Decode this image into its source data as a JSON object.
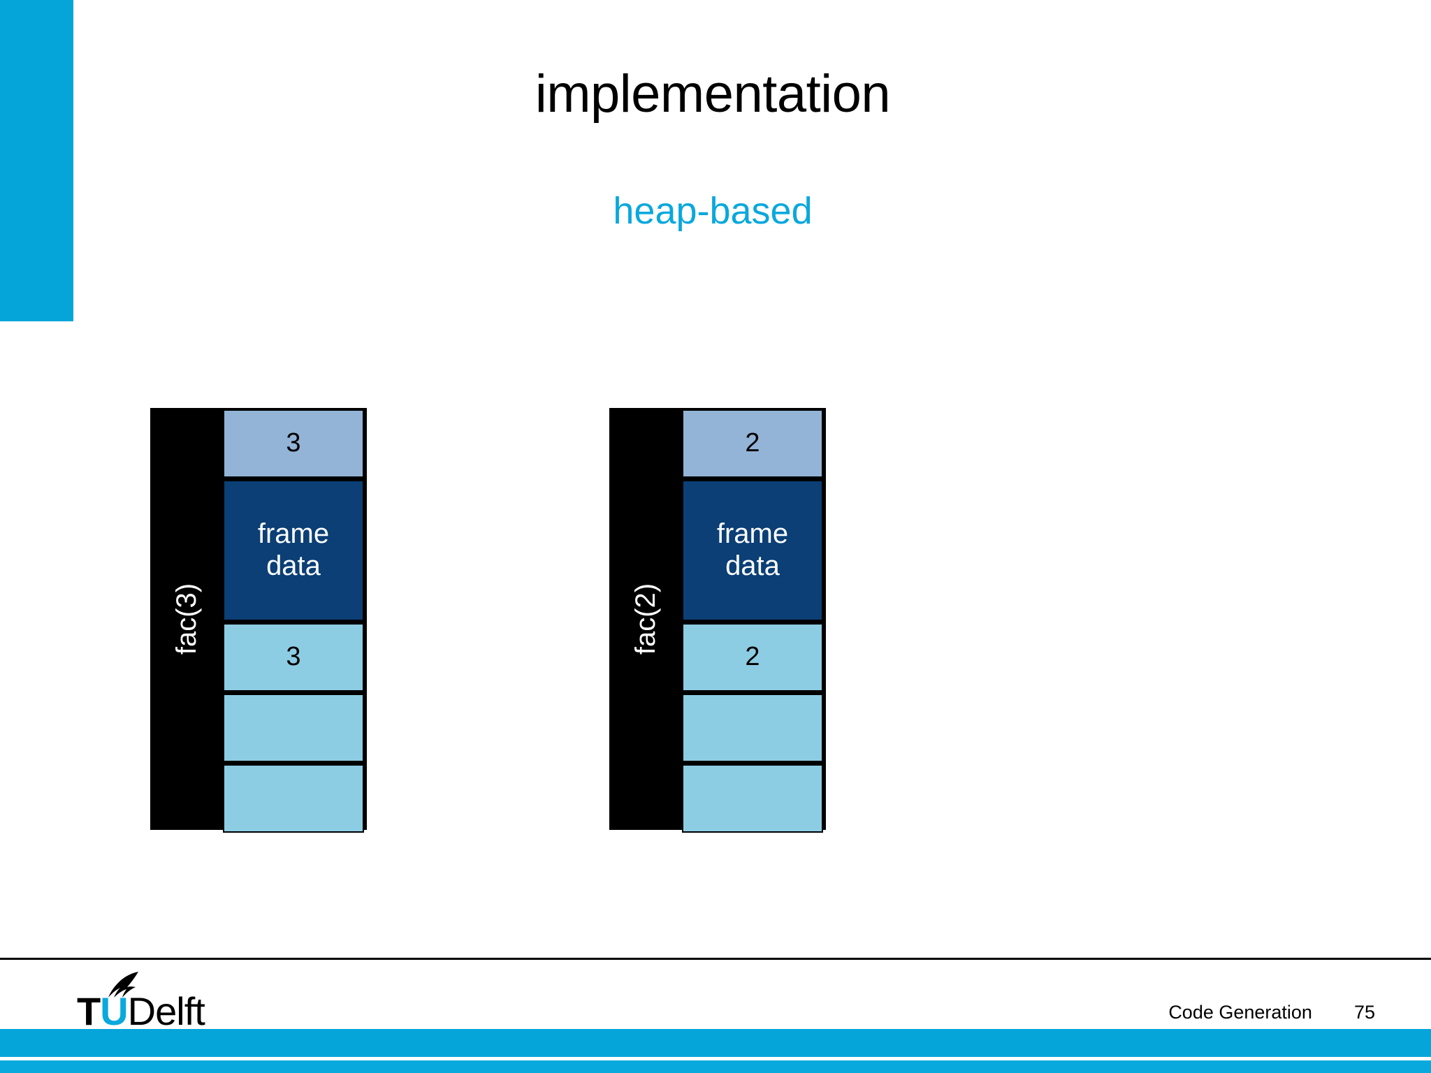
{
  "slide": {
    "title": "implementation",
    "subtitle": "heap-based",
    "accent_color": "#05a5da",
    "subtitle_color": "#09a8dd"
  },
  "diagrams": [
    {
      "label": "fac(3)",
      "cells": [
        {
          "text": "3",
          "role": "argument",
          "color": "#93b4d7"
        },
        {
          "text": "frame\ndata",
          "role": "frame-data",
          "color": "#0b3f75"
        },
        {
          "text": "3",
          "role": "value",
          "color": "#8dcde3"
        },
        {
          "text": "",
          "role": "empty",
          "color": "#8dcde3"
        },
        {
          "text": "",
          "role": "empty",
          "color": "#8dcde3"
        }
      ]
    },
    {
      "label": "fac(2)",
      "cells": [
        {
          "text": "2",
          "role": "argument",
          "color": "#93b4d7"
        },
        {
          "text": "frame\ndata",
          "role": "frame-data",
          "color": "#0b3f75"
        },
        {
          "text": "2",
          "role": "value",
          "color": "#8dcde3"
        },
        {
          "text": "",
          "role": "empty",
          "color": "#8dcde3"
        },
        {
          "text": "",
          "role": "empty",
          "color": "#8dcde3"
        }
      ]
    }
  ],
  "footer": {
    "logo": {
      "t": "T",
      "u": "U",
      "delft": "Delft",
      "u_color": "#0aa9dd"
    },
    "section": "Code Generation",
    "page_number": "75"
  }
}
